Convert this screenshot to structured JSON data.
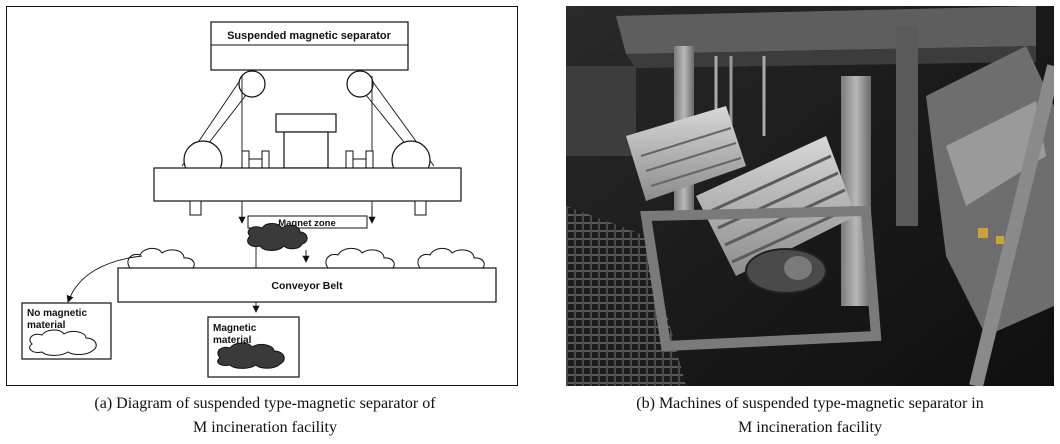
{
  "diagram": {
    "separator_label": "Suspended magnetic separator",
    "magnet_zone_label": "Magnet zone",
    "conveyor_label": "Conveyor Belt",
    "no_magnetic_line1": "No magnetic",
    "no_magnetic_line2": "material",
    "magnetic_line1": "Magnetic",
    "magnetic_line2": "material"
  },
  "captions": {
    "a_line1": "(a)  Diagram  of  suspended  type-magnetic  separator  of",
    "a_line2": "M  incineration  facility",
    "b_line1": "(b)  Machines  of  suspended  type-magnetic  separator  in",
    "b_line2": "M  incineration  facility"
  },
  "colors": {
    "line": "#111111",
    "dark_cloud": "#3a3a3a"
  }
}
